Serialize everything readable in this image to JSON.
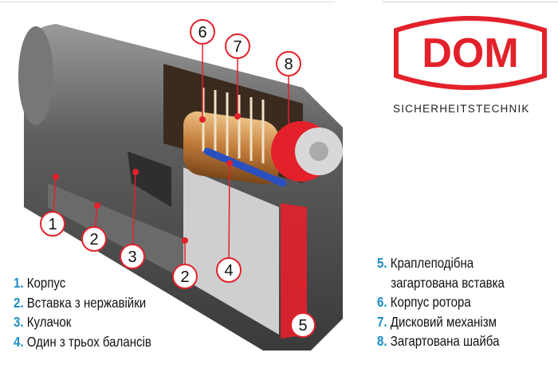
{
  "brand": {
    "logo_text": "DOM",
    "tagline": "SICHERHEITSTECHNIK",
    "color": "#e3212b"
  },
  "callouts": [
    {
      "number": "1"
    },
    {
      "number": "2"
    },
    {
      "number": "3"
    },
    {
      "number": "2"
    },
    {
      "number": "4"
    },
    {
      "number": "5"
    },
    {
      "number": "6"
    },
    {
      "number": "7"
    },
    {
      "number": "8"
    }
  ],
  "legend_left": [
    {
      "num": "1.",
      "label": "Корпус"
    },
    {
      "num": "2.",
      "label": "Вставка з нержавійки"
    },
    {
      "num": "3.",
      "label": "Кулачок"
    },
    {
      "num": "4.",
      "label": "Один з трьох балансів"
    }
  ],
  "legend_right": [
    {
      "num": "5.",
      "label": "Краплеподібна",
      "label2": "загартована вставка"
    },
    {
      "num": "6.",
      "label": "Корпус ротора"
    },
    {
      "num": "7.",
      "label": "Дисковий механізм"
    },
    {
      "num": "8.",
      "label": "Загартована шайба"
    }
  ],
  "colors": {
    "accent_red": "#e3212b",
    "number_blue": "#1a8dc6"
  }
}
